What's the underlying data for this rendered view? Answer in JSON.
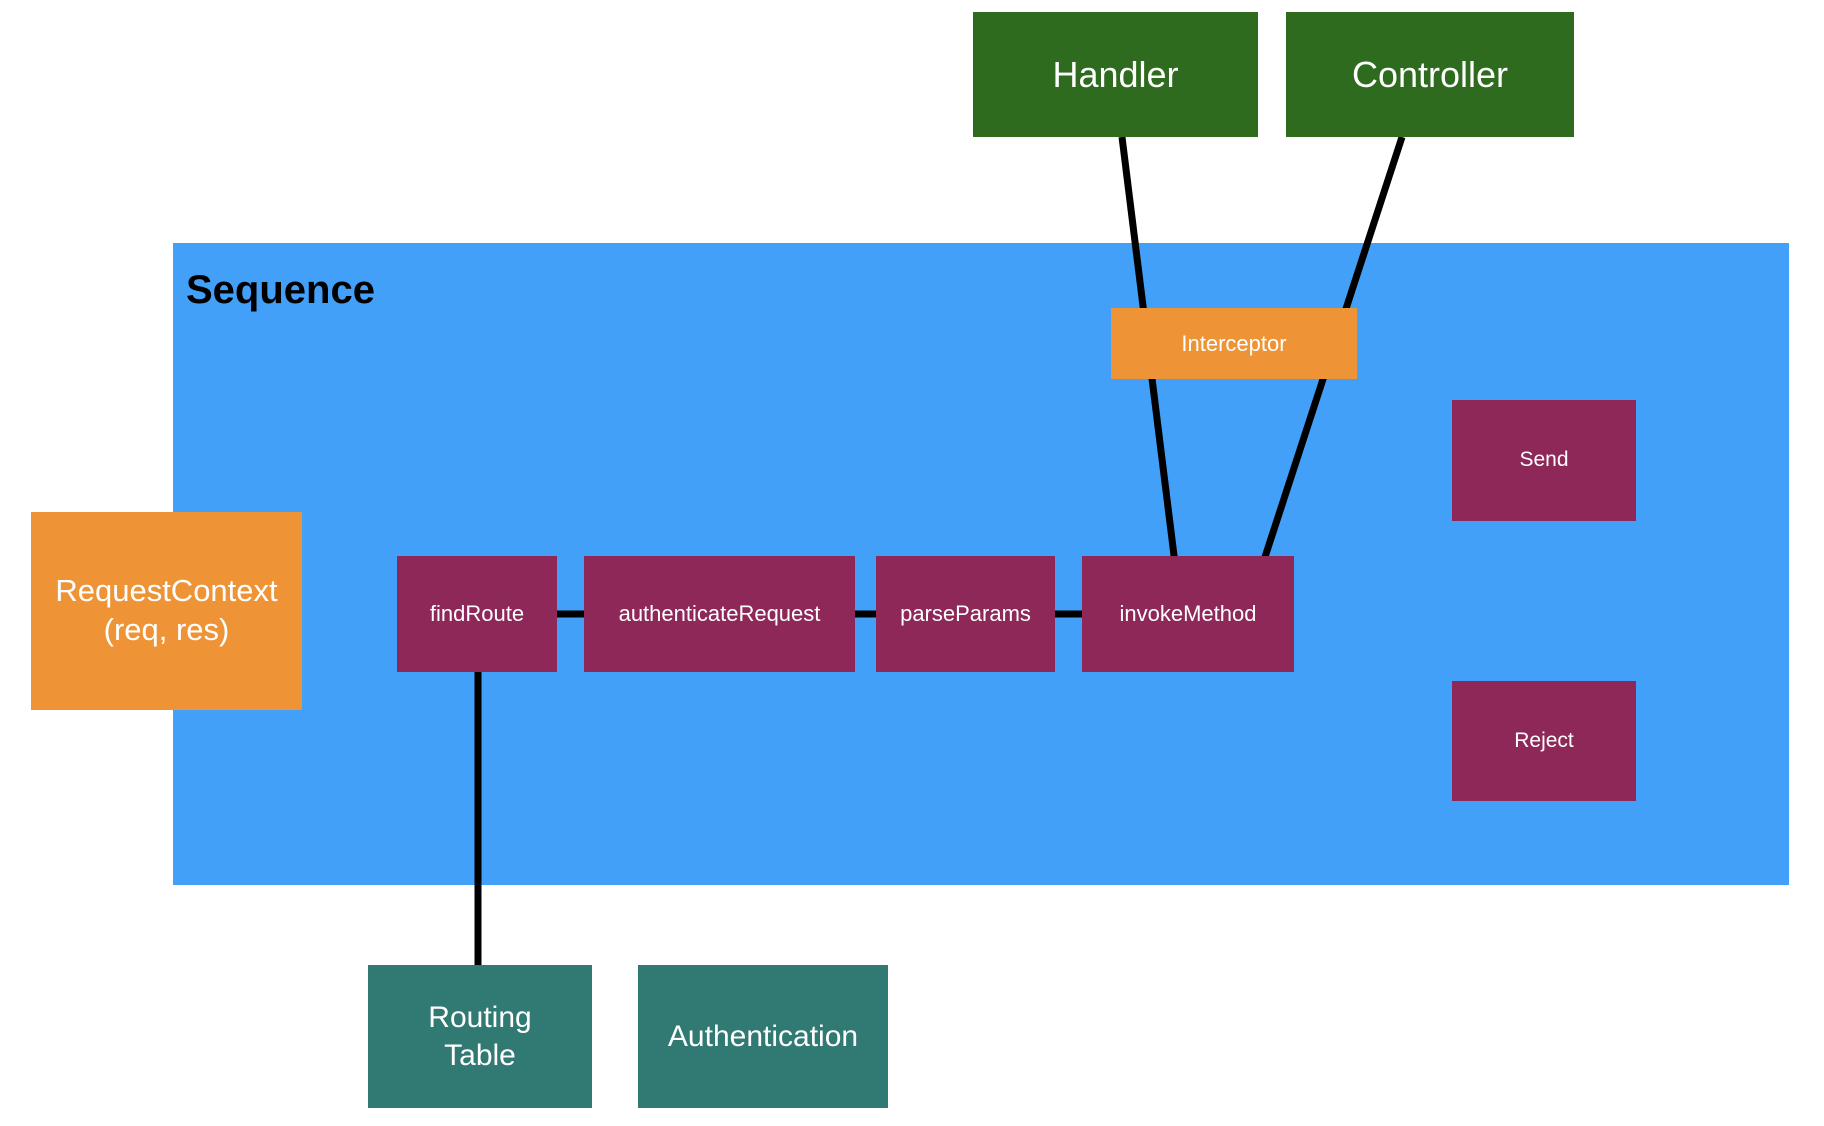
{
  "diagram": {
    "title": "Sequence",
    "colors": {
      "container": "#42A0F8",
      "external": "#2E6B1E",
      "context": "#EE9436",
      "action": "#8E2858",
      "provider": "#317A74",
      "edge": "#000000",
      "background": "#FFFFFF"
    }
  },
  "container": {
    "label": "Sequence"
  },
  "external_nodes": [
    {
      "id": "handler",
      "label": "Handler"
    },
    {
      "id": "controller",
      "label": "Controller"
    }
  ],
  "context_nodes": [
    {
      "id": "interceptor",
      "label": "Interceptor"
    },
    {
      "id": "request-context",
      "label": "RequestContext\n(req, res)"
    }
  ],
  "pipeline_nodes": [
    {
      "id": "find-route",
      "label": "findRoute"
    },
    {
      "id": "authenticate-request",
      "label": "authenticateRequest"
    },
    {
      "id": "parse-params",
      "label": "parseParams"
    },
    {
      "id": "invoke-method",
      "label": "invokeMethod"
    }
  ],
  "result_nodes": [
    {
      "id": "send",
      "label": "Send"
    },
    {
      "id": "reject",
      "label": "Reject"
    }
  ],
  "provider_nodes": [
    {
      "id": "routing-table",
      "label": "Routing\nTable"
    },
    {
      "id": "authentication",
      "label": "Authentication"
    }
  ],
  "edges": [
    {
      "from": "handler",
      "to": "invoke-method"
    },
    {
      "from": "controller",
      "to": "invoke-method"
    },
    {
      "from": "find-route",
      "to": "authenticate-request"
    },
    {
      "from": "authenticate-request",
      "to": "parse-params"
    },
    {
      "from": "parse-params",
      "to": "invoke-method"
    },
    {
      "from": "find-route",
      "to": "routing-table"
    }
  ]
}
